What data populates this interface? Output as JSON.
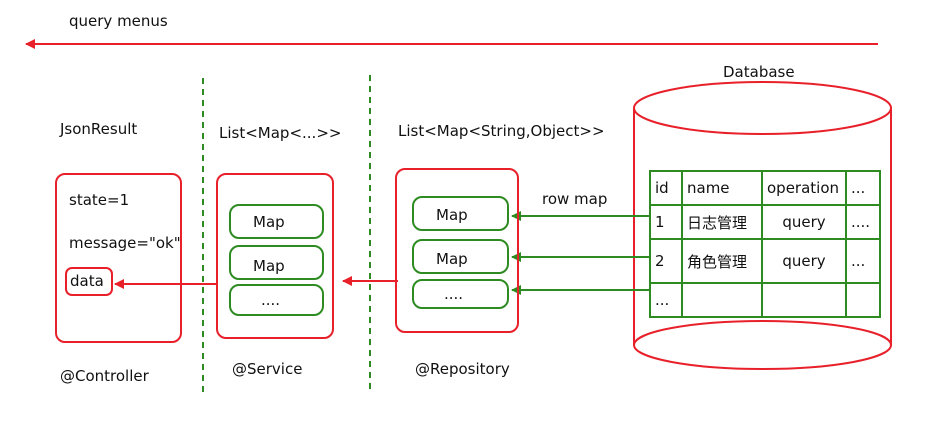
{
  "top_arrow_label": "query menus",
  "database_label": "Database",
  "controller": {
    "header": "JsonResult",
    "lines": [
      "state=1",
      "message=\"ok\"",
      "data"
    ],
    "annotation": "@Controller"
  },
  "service": {
    "header": "List<Map<...>>",
    "items": [
      "Map",
      "Map",
      "...."
    ],
    "annotation": "@Service"
  },
  "repository": {
    "header": "List<Map<String,Object>>",
    "items": [
      "Map",
      "Map",
      "...."
    ],
    "annotation": "@Repository"
  },
  "row_map_label": "row map",
  "table": {
    "columns": [
      "id",
      "name",
      "operation",
      "..."
    ],
    "rows": [
      [
        "1",
        "日志管理",
        "query",
        "...."
      ],
      [
        "2",
        "角色管理",
        "query",
        "..."
      ],
      [
        "...",
        "",
        "",
        ""
      ]
    ]
  },
  "colors": {
    "red": "#e8202a",
    "green": "#2e8b22"
  }
}
